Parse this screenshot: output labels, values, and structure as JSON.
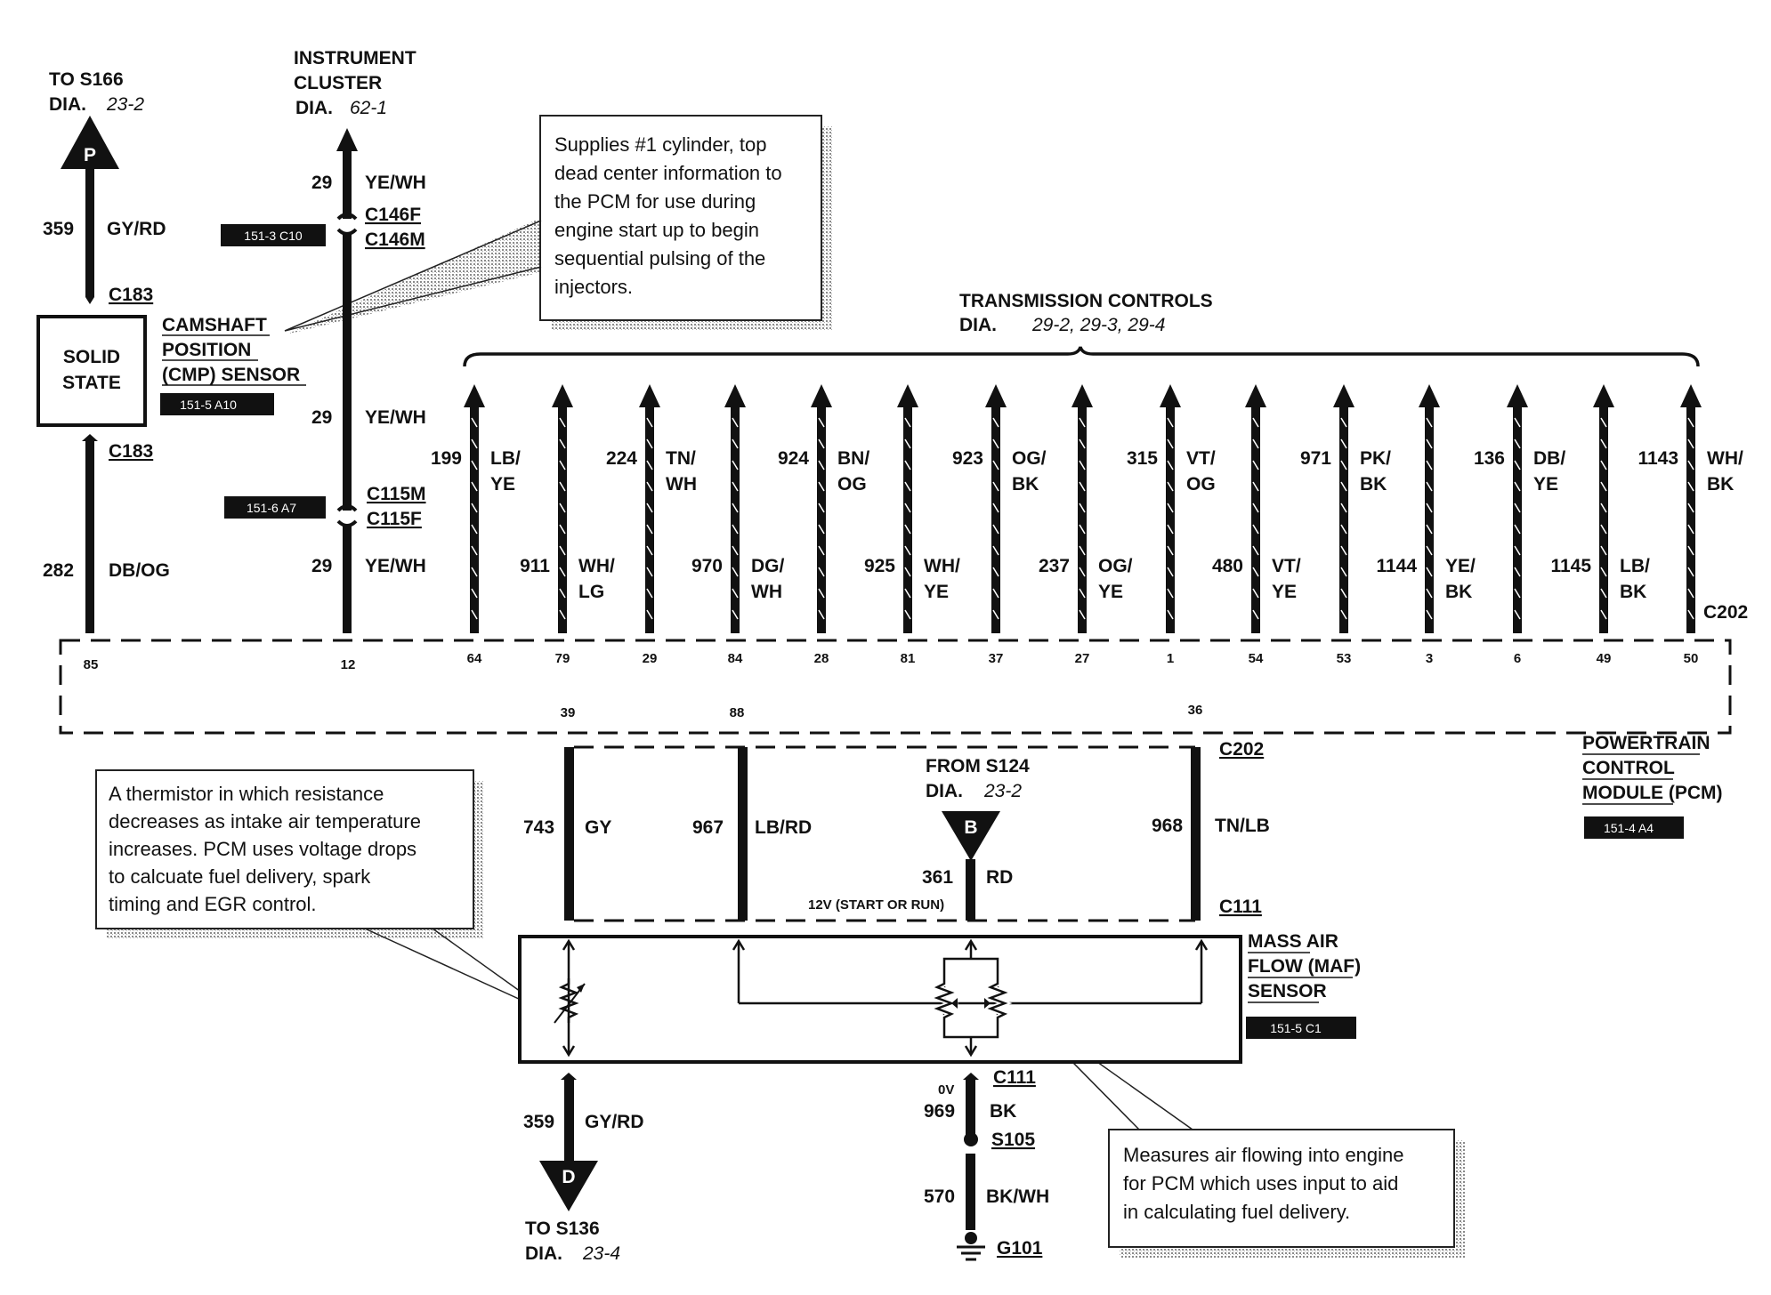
{
  "callouts": {
    "cmp": [
      "Supplies #1 cylinder, top",
      "dead center information to",
      "the PCM for use during",
      "engine start up to begin",
      "sequential pulsing of the",
      "injectors."
    ],
    "iat": [
      "A thermistor in which resistance",
      "decreases as intake air temperature",
      "increases. PCM uses voltage drops",
      "to calcuate fuel delivery, spark",
      "timing and EGR control."
    ],
    "maf": [
      "Measures air flowing into engine",
      "for PCM which uses input to aid",
      "in calculating fuel delivery."
    ]
  },
  "refs": {
    "to_s166": "TO S166",
    "dia_label": "DIA.",
    "to_s166_dia": "23-2",
    "ic1": "INSTRUMENT",
    "ic2": "CLUSTER",
    "ic_dia": "62-1",
    "trans": "TRANSMISSION CONTROLS",
    "trans_dia": "29-2, 29-3, 29-4",
    "from_s124": "FROM S124",
    "from_s124_dia": "23-2",
    "to_s136": "TO S136",
    "to_s136_dia": "23-4"
  },
  "arrows": {
    "p": "P",
    "b": "B",
    "d": "D"
  },
  "components": {
    "solid1": "SOLID",
    "solid2": "STATE",
    "cmp1": "CAMSHAFT",
    "cmp2": "POSITION",
    "cmp3": "(CMP) SENSOR",
    "pcm1": "POWERTRAIN",
    "pcm2": "CONTROL",
    "pcm3": "MODULE (PCM)",
    "maf1": "MASS AIR",
    "maf2": "FLOW (MAF)",
    "maf3": "SENSOR",
    "v12": "12V (START OR RUN)",
    "zero_v": "0V"
  },
  "connectors": {
    "c183": "C183",
    "c146f": "C146F",
    "c146m": "C146M",
    "c115m": "C115M",
    "c115f": "C115F",
    "c202": "C202",
    "c111": "C111",
    "s105": "S105",
    "g101": "G101"
  },
  "tags": {
    "t1": "151-3 C10",
    "t2": "151-5 A10",
    "t3": "151-6 A7",
    "t4": "151-4 A4",
    "t5": "151-5 C1"
  },
  "left_wires": [
    {
      "num": "359",
      "color": "GY/RD"
    },
    {
      "num": "282",
      "color": "DB/OG"
    },
    {
      "num": "29",
      "color": "YE/WH"
    },
    {
      "num": "29",
      "color": "YE/WH"
    },
    {
      "num": "29",
      "color": "YE/WH"
    }
  ],
  "trans_wires": [
    {
      "num": "199",
      "c1": "LB/",
      "c2": "YE",
      "pin": "64"
    },
    {
      "num": "911",
      "c1": "WH/",
      "c2": "LG",
      "pin": "79"
    },
    {
      "num": "224",
      "c1": "TN/",
      "c2": "WH",
      "pin": "29"
    },
    {
      "num": "970",
      "c1": "DG/",
      "c2": "WH",
      "pin": "84"
    },
    {
      "num": "924",
      "c1": "BN/",
      "c2": "OG",
      "pin": "28"
    },
    {
      "num": "925",
      "c1": "WH/",
      "c2": "YE",
      "pin": "81"
    },
    {
      "num": "923",
      "c1": "OG/",
      "c2": "BK",
      "pin": "37"
    },
    {
      "num": "237",
      "c1": "OG/",
      "c2": "YE",
      "pin": "27"
    },
    {
      "num": "315",
      "c1": "VT/",
      "c2": "OG",
      "pin": "1"
    },
    {
      "num": "480",
      "c1": "VT/",
      "c2": "YE",
      "pin": "54"
    },
    {
      "num": "971",
      "c1": "PK/",
      "c2": "BK",
      "pin": "53"
    },
    {
      "num": "1144",
      "c1": "YE/",
      "c2": "BK",
      "pin": "3"
    },
    {
      "num": "136",
      "c1": "DB/",
      "c2": "YE",
      "pin": "6"
    },
    {
      "num": "1145",
      "c1": "LB/",
      "c2": "BK",
      "pin": "49"
    },
    {
      "num": "1143",
      "c1": "WH/",
      "c2": "BK",
      "pin": "50"
    }
  ],
  "pins": {
    "p85": "85",
    "p12": "12",
    "p39": "39",
    "p88": "88",
    "p36": "36"
  },
  "maf_wires": [
    {
      "num": "743",
      "color": "GY"
    },
    {
      "num": "967",
      "color": "LB/RD"
    },
    {
      "num": "361",
      "color": "RD"
    },
    {
      "num": "968",
      "color": "TN/LB"
    },
    {
      "num": "359",
      "color": "GY/RD"
    },
    {
      "num": "969",
      "color": "BK"
    },
    {
      "num": "570",
      "color": "BK/WH"
    }
  ]
}
